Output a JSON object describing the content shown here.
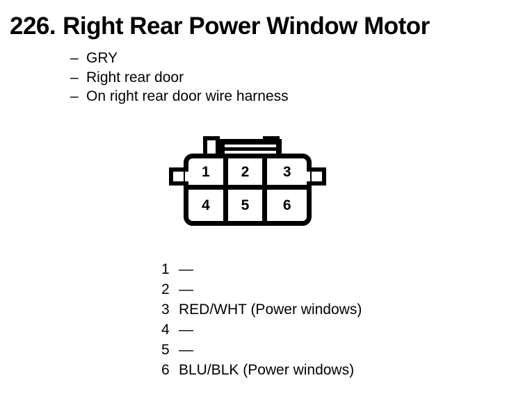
{
  "title": {
    "number": "226.",
    "text": "Right Rear Power Window Motor"
  },
  "attributes": {
    "bullet": "–",
    "items": [
      "GRY",
      "Right rear door",
      "On right rear door wire harness"
    ]
  },
  "connector": {
    "pins": [
      "1",
      "2",
      "3",
      "4",
      "5",
      "6"
    ]
  },
  "legend": {
    "dash": "—",
    "rows": [
      {
        "pin": "1",
        "value": "—"
      },
      {
        "pin": "2",
        "value": "—"
      },
      {
        "pin": "3",
        "value": "RED/WHT (Power windows)"
      },
      {
        "pin": "4",
        "value": "—"
      },
      {
        "pin": "5",
        "value": "—"
      },
      {
        "pin": "6",
        "value": "BLU/BLK (Power windows)"
      }
    ]
  },
  "colors": {
    "ink": "#000000",
    "paper": "#ffffff"
  }
}
